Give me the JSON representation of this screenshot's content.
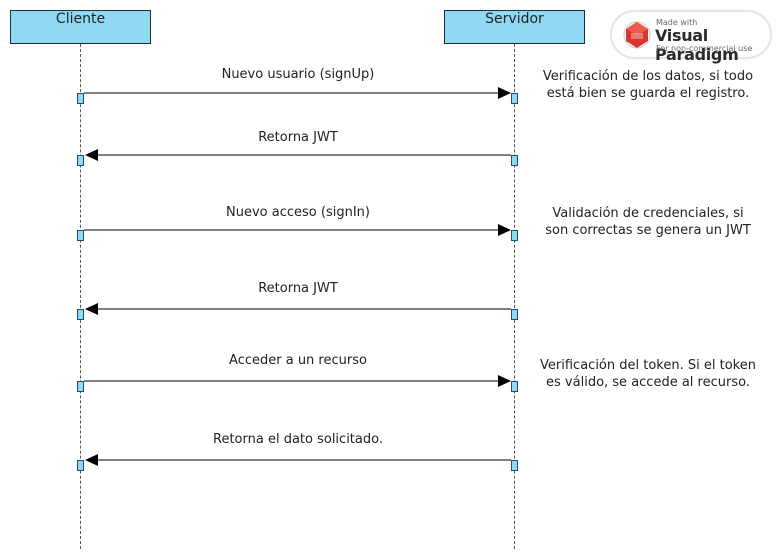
{
  "participants": {
    "client": "Cliente",
    "server": "Servidor"
  },
  "messages": [
    {
      "label": "Nuevo usuario (signUp)",
      "direction": "right"
    },
    {
      "label": "Retorna JWT",
      "direction": "left"
    },
    {
      "label": "Nuevo acceso (signIn)",
      "direction": "right"
    },
    {
      "label": "Retorna JWT",
      "direction": "left"
    },
    {
      "label": "Acceder a un recurso",
      "direction": "right"
    },
    {
      "label": "Retorna el dato solicitado.",
      "direction": "left"
    }
  ],
  "notes": [
    {
      "line1": "Verificación de los datos, si todo",
      "line2": "está bien se guarda el registro."
    },
    {
      "line1": "Validación de credenciales, si",
      "line2": "son correctas se genera un JWT"
    },
    {
      "line1": "Verificación del token. Si el token",
      "line2": "es válido, se accede al recurso."
    }
  ],
  "badge": {
    "small": "Made with",
    "main": "Visual Paradigm",
    "sub": "For non-commercial use"
  }
}
